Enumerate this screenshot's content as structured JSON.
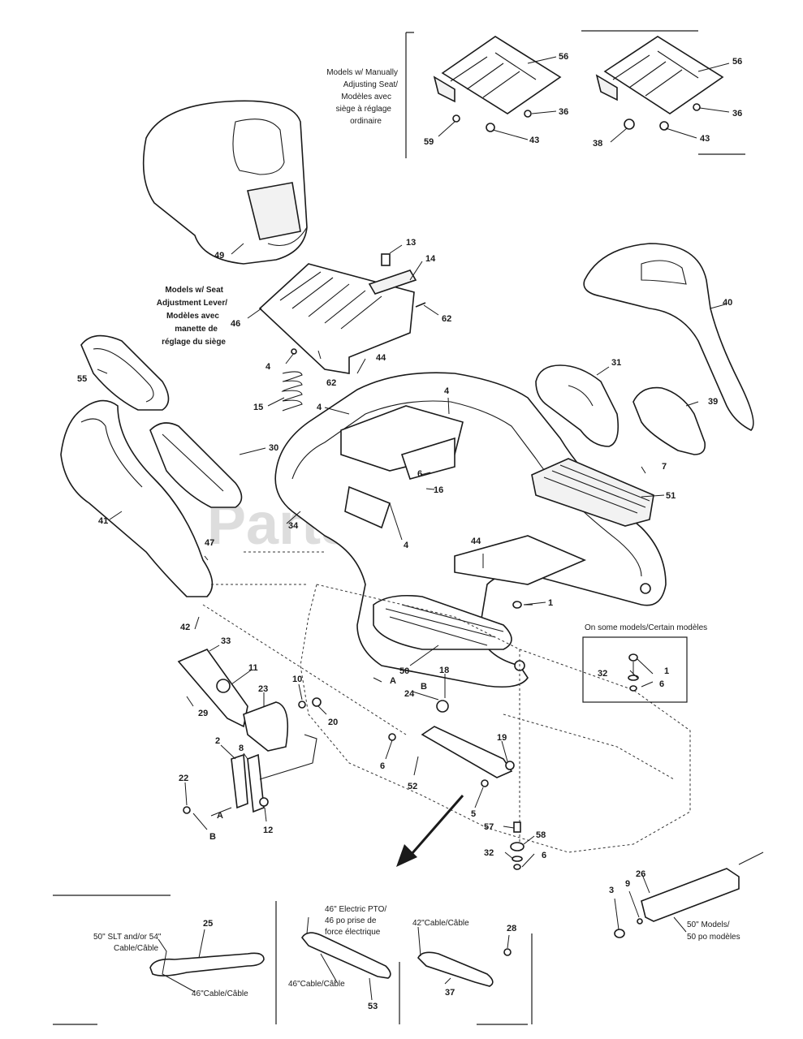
{
  "watermark": "PartsTree",
  "notes": {
    "manual_seat": [
      "Models w/ Manually",
      "Adjusting Seat/",
      "Modèles avec",
      "siège à réglage",
      "ordinaire"
    ],
    "lever_seat": [
      "Models w/ Seat",
      "Adjustment Lever/",
      "Modèles avec",
      "manette de",
      "réglage du siège"
    ],
    "some_models": "On some models/Certain modèles",
    "models_50": [
      "50\" Models/",
      "50 po modèles"
    ],
    "cable_50": [
      "50\" SLT and/or 54\"",
      "Cable/Câble"
    ],
    "cable_46": "46\"Cable/Câble",
    "electric_pto": [
      "46\" Electric PTO/",
      "46 po prise de",
      "force électrique"
    ],
    "cable_46b": "46\"Cable/Câble",
    "cable_42": "42\"Cable/Câble"
  },
  "callouts": {
    "c56a": "56",
    "c36a": "36",
    "c43a": "43",
    "c59": "59",
    "c56b": "56",
    "c36b": "36",
    "c43b": "43",
    "c38": "38",
    "c49": "49",
    "c13": "13",
    "c14": "14",
    "c62a": "62",
    "c46": "46",
    "c40": "40",
    "c4a": "4",
    "c62b": "62",
    "c44a": "44",
    "c15": "15",
    "c55": "55",
    "c4b": "4",
    "c4c": "4",
    "c31": "31",
    "c39": "39",
    "c30": "30",
    "c6a": "6",
    "c16": "16",
    "c7": "7",
    "c51": "51",
    "c41": "41",
    "c34": "34",
    "c4d": "4",
    "c47": "47",
    "c44b": "44",
    "c1a": "1",
    "c42": "42",
    "c33": "33",
    "c1b": "1",
    "c32a": "32",
    "c6b": "6",
    "c11": "11",
    "cA1": "A",
    "c50": "50",
    "c10": "10",
    "c18": "18",
    "c29": "29",
    "c23": "23",
    "c24": "24",
    "cB1": "B",
    "c20": "20",
    "c2": "2",
    "c8": "8",
    "c6c": "6",
    "c19": "19",
    "c22": "22",
    "c52": "52",
    "cA2": "A",
    "c12": "12",
    "cB2": "B",
    "c5": "5",
    "c57": "57",
    "c58": "58",
    "c32b": "32",
    "c6d": "6",
    "c26": "26",
    "c3": "3",
    "c9": "9",
    "c25": "25",
    "c28": "28",
    "c53": "53",
    "c37": "37"
  }
}
